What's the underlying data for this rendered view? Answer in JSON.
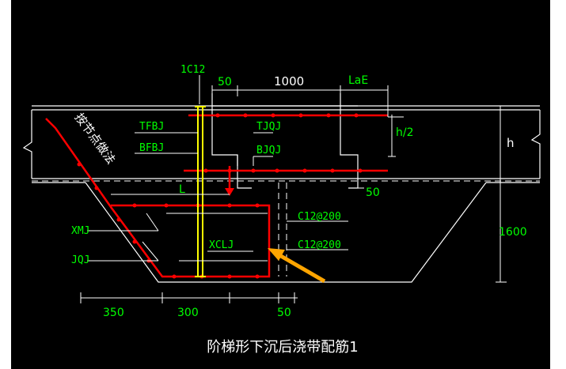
{
  "colors": {
    "background": "#000000",
    "rebar": "#ff0000",
    "outline": "#ffffff",
    "label": "#00ff00",
    "vertical_bar": "#ffff00",
    "arrow": "#ffa500"
  },
  "labels": {
    "top_bar": "1C12",
    "dim_50_top": "50",
    "dim_1000": "1000",
    "dim_lae": "LaE",
    "h_half": "h/2",
    "h": "h",
    "tfbj": "TFBJ",
    "bfbj": "BFBJ",
    "tjqj": "TJQJ",
    "bjqj": "BJQJ",
    "node_note": "按节点做法",
    "L": "L",
    "dim_50_right": "50",
    "c12_200_a": "C12@200",
    "c12_200_b": "C12@200",
    "xmj": "XMJ",
    "jqj": "JQJ",
    "xclj": "XCLJ",
    "dim_1600": "1600",
    "dim_350": "350",
    "dim_300": "300",
    "dim_50_bottom": "50"
  },
  "caption": "阶梯形下沉后浇带配筋1"
}
